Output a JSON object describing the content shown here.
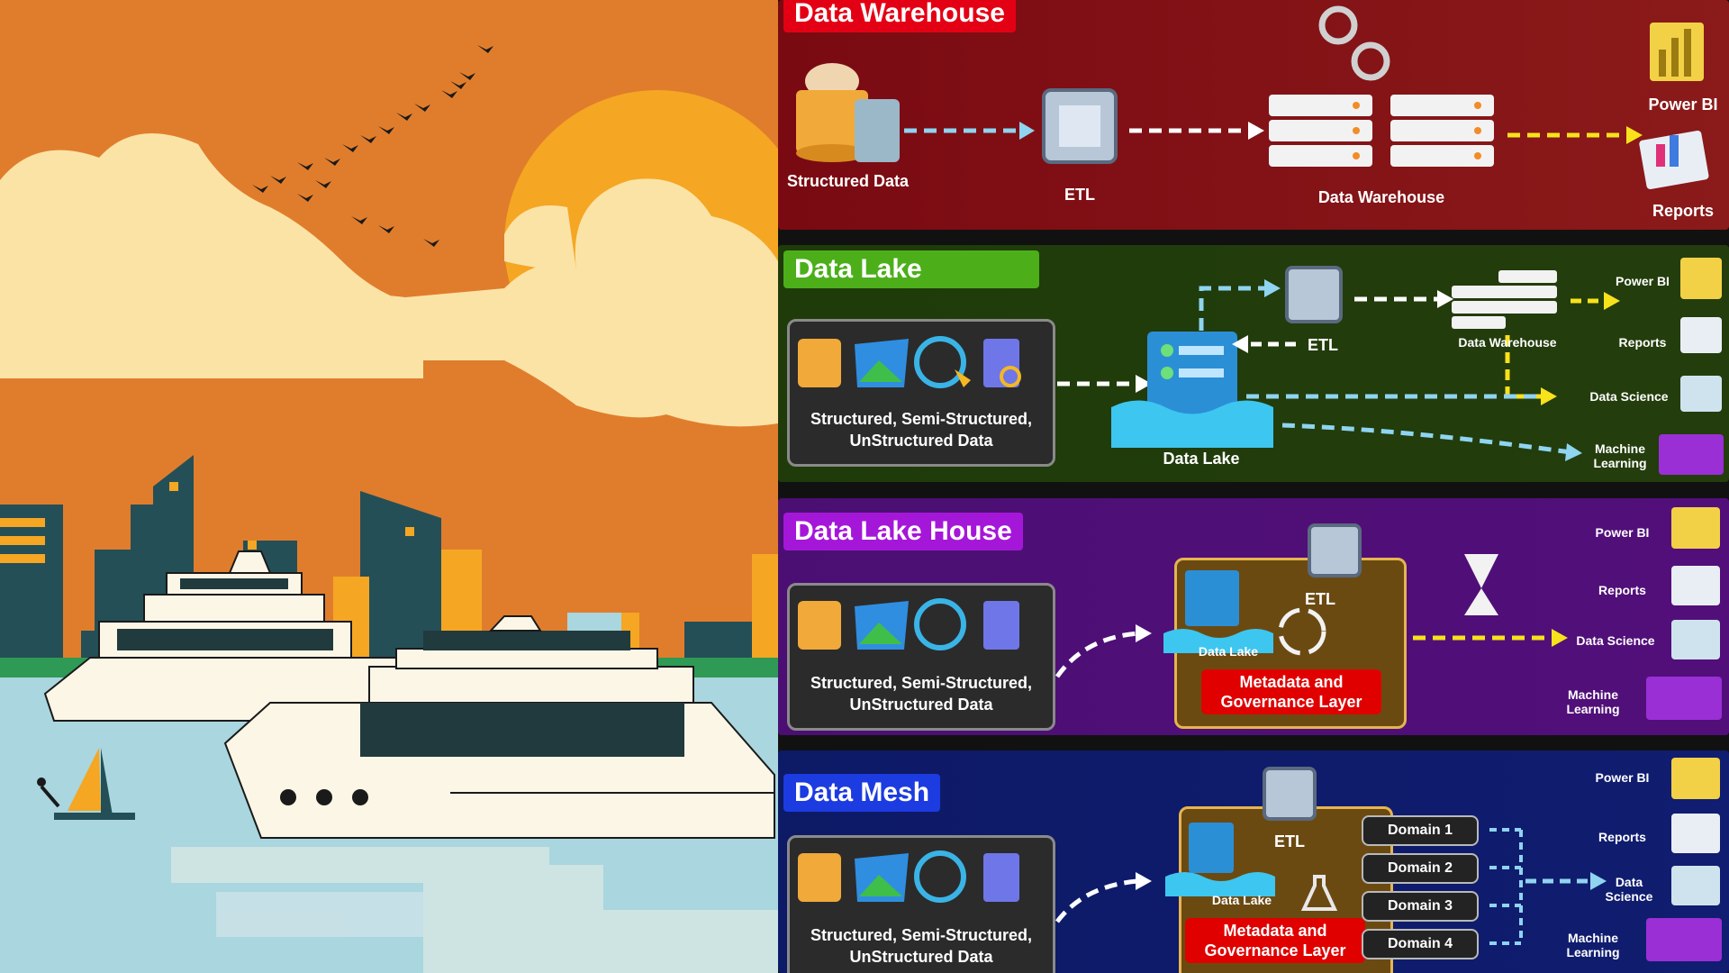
{
  "colors": {
    "sky": "#e07d2c",
    "sun": "#f5a623",
    "cloud": "#fbe3a6",
    "city": "#244f57",
    "water": "#a9d6df",
    "ship": "#fbf6e6",
    "warehouse_bg": "#7a0a12",
    "lake_bg": "#1f3b0a",
    "lakehouse_bg": "#4b0f73",
    "mesh_bg": "#0d1a66",
    "warehouse_tag": "#e40014",
    "lake_tag": "#4caf1a",
    "lakehouse_tag": "#a517d8",
    "mesh_tag": "#1c3be0"
  },
  "icons": [
    "database-icon",
    "image-icon",
    "audio-icon",
    "document-icon",
    "chip-icon",
    "server-icon",
    "gear-icon",
    "chart-icon",
    "report-icon",
    "hourglass-icon",
    "refresh-icon",
    "flask-icon",
    "machine-learning-icon",
    "cloud-database-icon",
    "data-lake-icon"
  ],
  "warehouse": {
    "title": "Data Warehouse",
    "structured": "Structured Data",
    "etl": "ETL",
    "dw": "Data Warehouse",
    "powerbi": "Power BI",
    "reports": "Reports"
  },
  "lake": {
    "title": "Data Lake",
    "sources": "Structured, Semi-Structured, UnStructured Data",
    "etl": "ETL",
    "dw": "Data Warehouse",
    "lake": "Data Lake",
    "powerbi": "Power BI",
    "reports": "Reports",
    "science": "Data Science",
    "ml": "Machine Learning"
  },
  "lakehouse": {
    "title": "Data Lake House",
    "sources": "Structured, Semi-Structured, UnStructured Data",
    "lake": "Data Lake",
    "etl": "ETL",
    "meta": "Metadata and Governance Layer",
    "powerbi": "Power BI",
    "reports": "Reports",
    "science": "Data Science",
    "ml": "Machine Learning"
  },
  "mesh": {
    "title": "Data Mesh",
    "sources": "Structured, Semi-Structured, UnStructured Data",
    "etl": "ETL",
    "lake": "Data Lake",
    "meta": "Metadata and Governance Layer",
    "domains": [
      "Domain 1",
      "Domain 2",
      "Domain 3",
      "Domain 4"
    ],
    "powerbi": "Power BI",
    "reports": "Reports",
    "science": "Data Science",
    "ml": "Machine Learning"
  }
}
